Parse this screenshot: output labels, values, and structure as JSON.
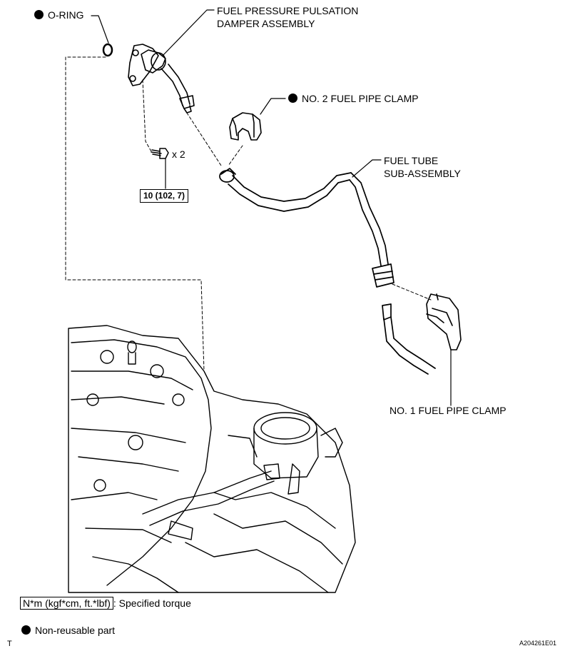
{
  "labels": {
    "o_ring": "O-RING",
    "damper_line1": "FUEL PRESSURE PULSATION",
    "damper_line2": "DAMPER ASSEMBLY",
    "clamp2": "NO. 2 FUEL PIPE CLAMP",
    "tube_line1": "FUEL TUBE",
    "tube_line2": "SUB-ASSEMBLY",
    "clamp1": "NO. 1 FUEL PIPE CLAMP",
    "bolt_qty": "x 2",
    "torque": "10 (102, 7)"
  },
  "legend": {
    "torque_units": "N*m (kgf*cm, ft.*lbf)",
    "torque_desc": ": Specified torque",
    "nonreusable": "Non-reusable part"
  },
  "corner_mark": "T",
  "figure_code": "A204261E01"
}
